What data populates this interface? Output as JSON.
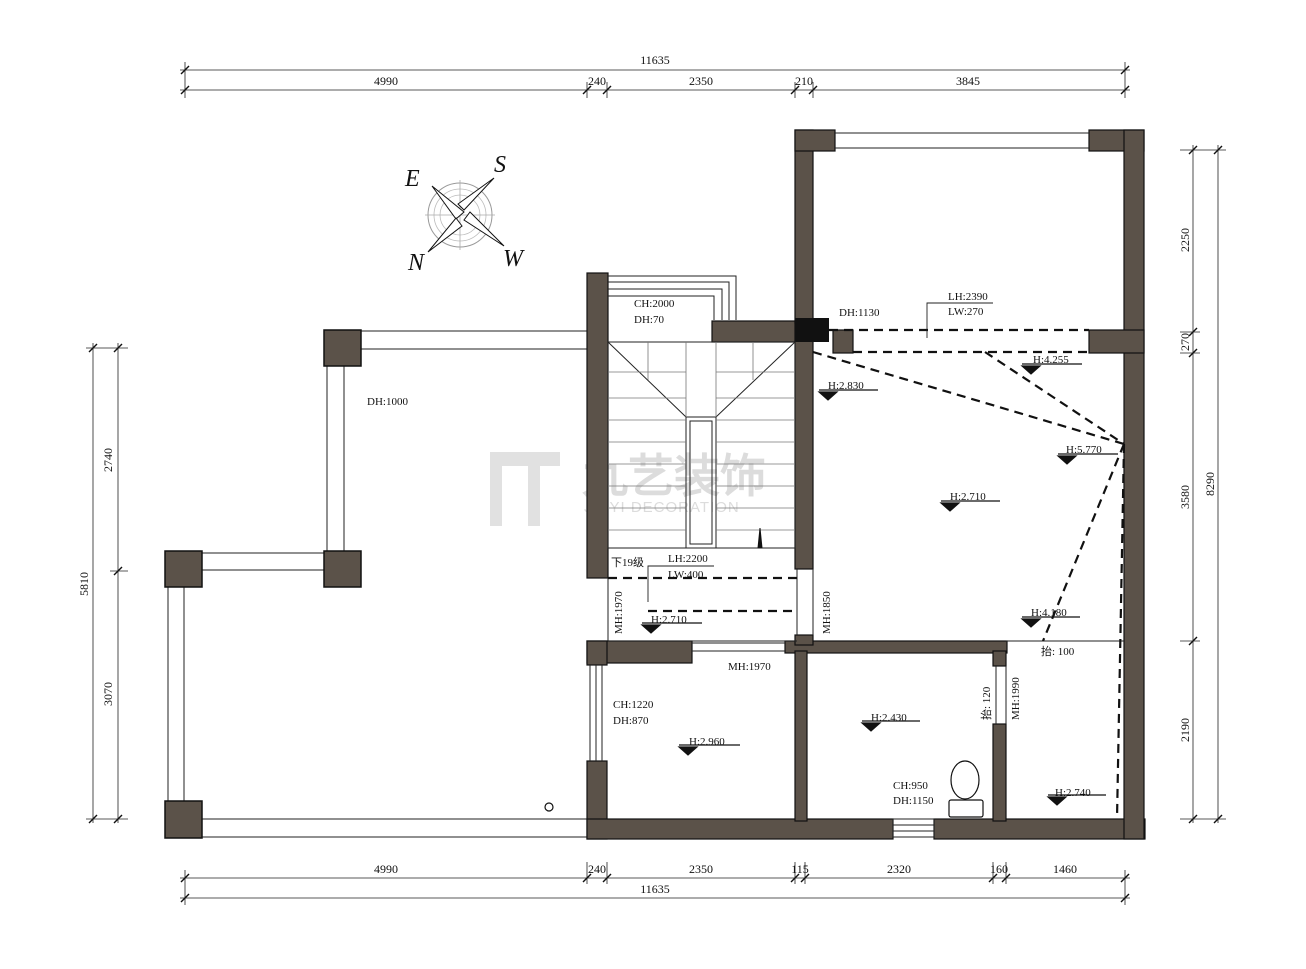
{
  "top_dims": {
    "total": "11635",
    "segments": [
      "4990",
      "240",
      "2350",
      "210",
      "3845"
    ]
  },
  "bottom_dims": {
    "total": "11635",
    "segments": [
      "4990",
      "240",
      "2350",
      "115",
      "2320",
      "160",
      "1460"
    ]
  },
  "left_dims": {
    "total": "5810",
    "segments": [
      "2740",
      "3070"
    ]
  },
  "right_dims": {
    "total": "8290",
    "segments": [
      "2250",
      "270",
      "3580",
      "2190"
    ]
  },
  "compass": {
    "e": "E",
    "s": "S",
    "n": "N",
    "w": "W"
  },
  "watermark": {
    "cn": "九艺装饰",
    "en": "JIUYI DECORATION",
    "reg": "®"
  },
  "labels": {
    "dh1000": "DH:1000",
    "ch2000": "CH:2000",
    "dh70": "DH:70",
    "dh1130": "DH:1130",
    "lh2390": "LH:2390",
    "lw270": "LW:270",
    "h4255": "H:4.255",
    "h2830": "H:2.830",
    "h5770": "H:5.770",
    "h2710a": "H:2.710",
    "xia19": "下19级",
    "lh2200": "LH:2200",
    "lw400": "LW:400",
    "mh1970v": "MH:1970",
    "mh1850": "MH:1850",
    "h2710b": "H:2.710",
    "h4180": "H:4.180",
    "tai100": "抬: 100",
    "mh1970h": "MH:1970",
    "tai120": "抬: 120",
    "mh1990": "MH:1990",
    "ch1220": "CH:1220",
    "dh870": "DH:870",
    "h2960": "H:2.960",
    "h2430": "H:2.430",
    "ch950": "CH:950",
    "dh1150": "DH:1150",
    "h2740": "H:2.740"
  }
}
